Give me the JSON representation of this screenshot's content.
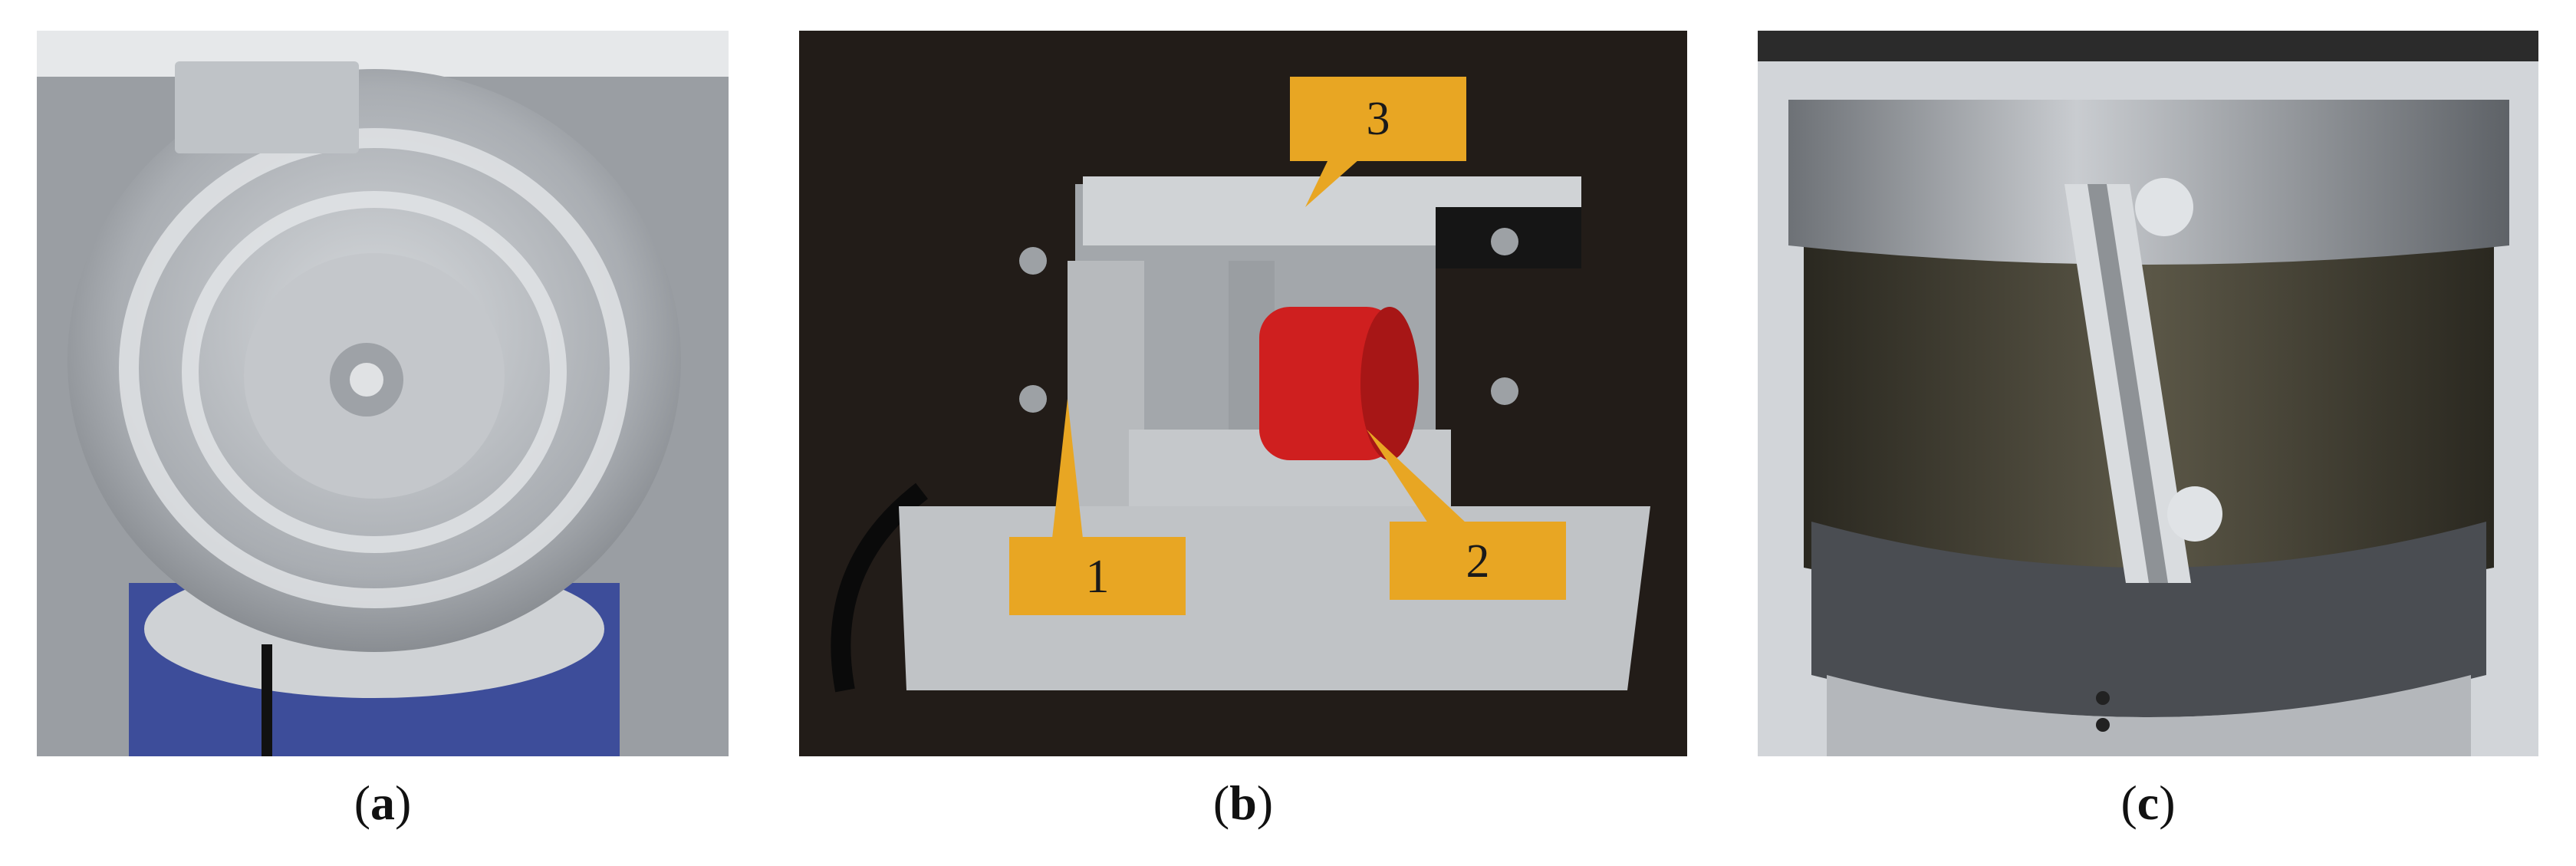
{
  "figure": {
    "panels": [
      {
        "id": "a",
        "open": "(",
        "letter": "a",
        "close": ")"
      },
      {
        "id": "b",
        "open": "(",
        "letter": "b",
        "close": ")"
      },
      {
        "id": "c",
        "open": "(",
        "letter": "c",
        "close": ")"
      }
    ],
    "callouts": {
      "one": "1",
      "two": "2",
      "three": "3"
    },
    "colors": {
      "callout": "#e8a623",
      "coil": "#cf1f1f",
      "steel": "#b9bdc2"
    }
  }
}
